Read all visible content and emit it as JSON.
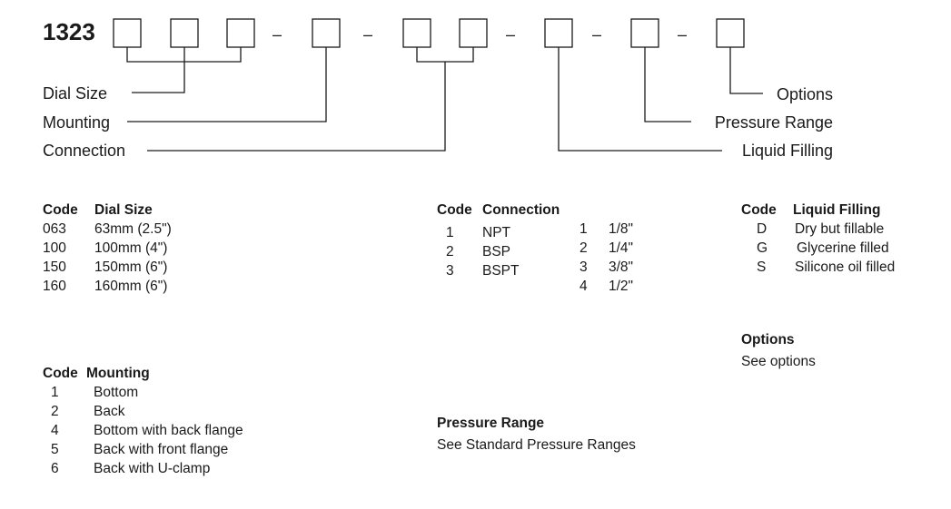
{
  "diagram": {
    "model": "1323",
    "separator": "–",
    "labels": {
      "dial_size": "Dial Size",
      "mounting": "Mounting",
      "connection": "Connection",
      "options": "Options",
      "pressure_range": "Pressure Range",
      "liquid_filling": "Liquid Filling"
    }
  },
  "dial_size": {
    "header_code": "Code",
    "header_title": "Dial Size",
    "rows": [
      {
        "code": "063",
        "label": "63mm (2.5\")"
      },
      {
        "code": "100",
        "label": "100mm (4\")"
      },
      {
        "code": "150",
        "label": "150mm (6\")"
      },
      {
        "code": "160",
        "label": "160mm (6\")"
      }
    ]
  },
  "mounting": {
    "header_code": "Code",
    "header_title": "Mounting",
    "rows": [
      {
        "code": "1",
        "label": "Bottom"
      },
      {
        "code": "2",
        "label": "Back"
      },
      {
        "code": "4",
        "label": "Bottom with back flange"
      },
      {
        "code": "5",
        "label": "Back with front flange"
      },
      {
        "code": "6",
        "label": "Back with U-clamp"
      }
    ]
  },
  "connection": {
    "header_code": "Code",
    "header_title": "Connection",
    "types": [
      {
        "code": "1",
        "label": "NPT"
      },
      {
        "code": "2",
        "label": "BSP"
      },
      {
        "code": "3",
        "label": "BSPT"
      }
    ],
    "sizes": [
      {
        "code": "1",
        "label": "1/8\""
      },
      {
        "code": "2",
        "label": "1/4\""
      },
      {
        "code": "3",
        "label": "3/8\""
      },
      {
        "code": "4",
        "label": "1/2\""
      }
    ]
  },
  "liquid_filling": {
    "header_code": "Code",
    "header_title": "Liquid Filling",
    "rows": [
      {
        "code": "D",
        "label": "Dry but fillable"
      },
      {
        "code": "G",
        "label": "Glycerine filled"
      },
      {
        "code": "S",
        "label": "Silicone oil filled"
      }
    ]
  },
  "options": {
    "title": "Options",
    "text": "See options"
  },
  "pressure_range": {
    "title": "Pressure Range",
    "text": "See Standard Pressure Ranges"
  }
}
